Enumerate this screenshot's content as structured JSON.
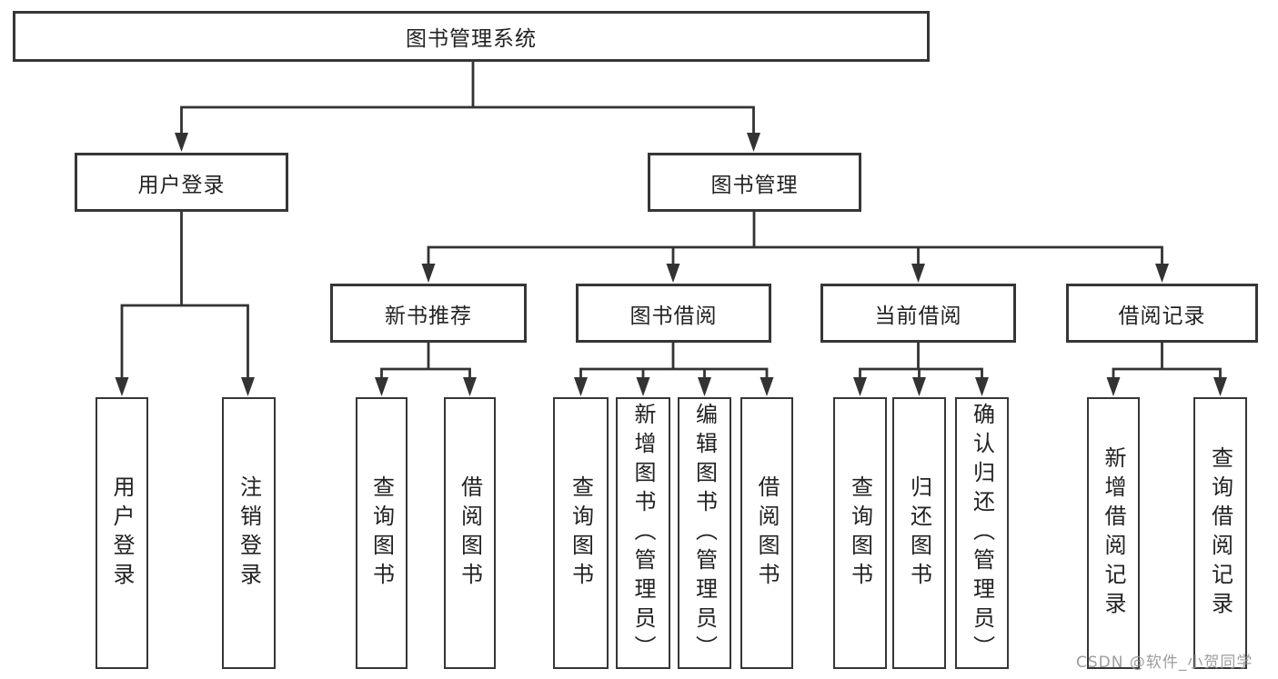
{
  "diagram": {
    "root": {
      "label": "图书管理系统"
    },
    "branches": [
      {
        "label": "用户登录"
      },
      {
        "label": "图书管理"
      }
    ],
    "modules": [
      {
        "label": "新书推荐"
      },
      {
        "label": "图书借阅"
      },
      {
        "label": "当前借阅"
      },
      {
        "label": "借阅记录"
      }
    ],
    "leaves": [
      {
        "label": "用户登录"
      },
      {
        "label": "注销登录"
      },
      {
        "label": "查询图书"
      },
      {
        "label": "借阅图书"
      },
      {
        "label": "查询图书"
      },
      {
        "label": "新增图书（管理员）"
      },
      {
        "label": "编辑图书（管理员）"
      },
      {
        "label": "借阅图书"
      },
      {
        "label": "查询图书"
      },
      {
        "label": "归还图书"
      },
      {
        "label": "确认归还（管理员）"
      },
      {
        "label": "新增借阅记录"
      },
      {
        "label": "查询借阅记录"
      }
    ]
  },
  "watermark": {
    "text": "CSDN @软件_小贺同学"
  },
  "colors": {
    "line": "#333333",
    "box_border": "#363636",
    "text": "#222222",
    "background": "#ffffff",
    "watermark": "#969696"
  }
}
